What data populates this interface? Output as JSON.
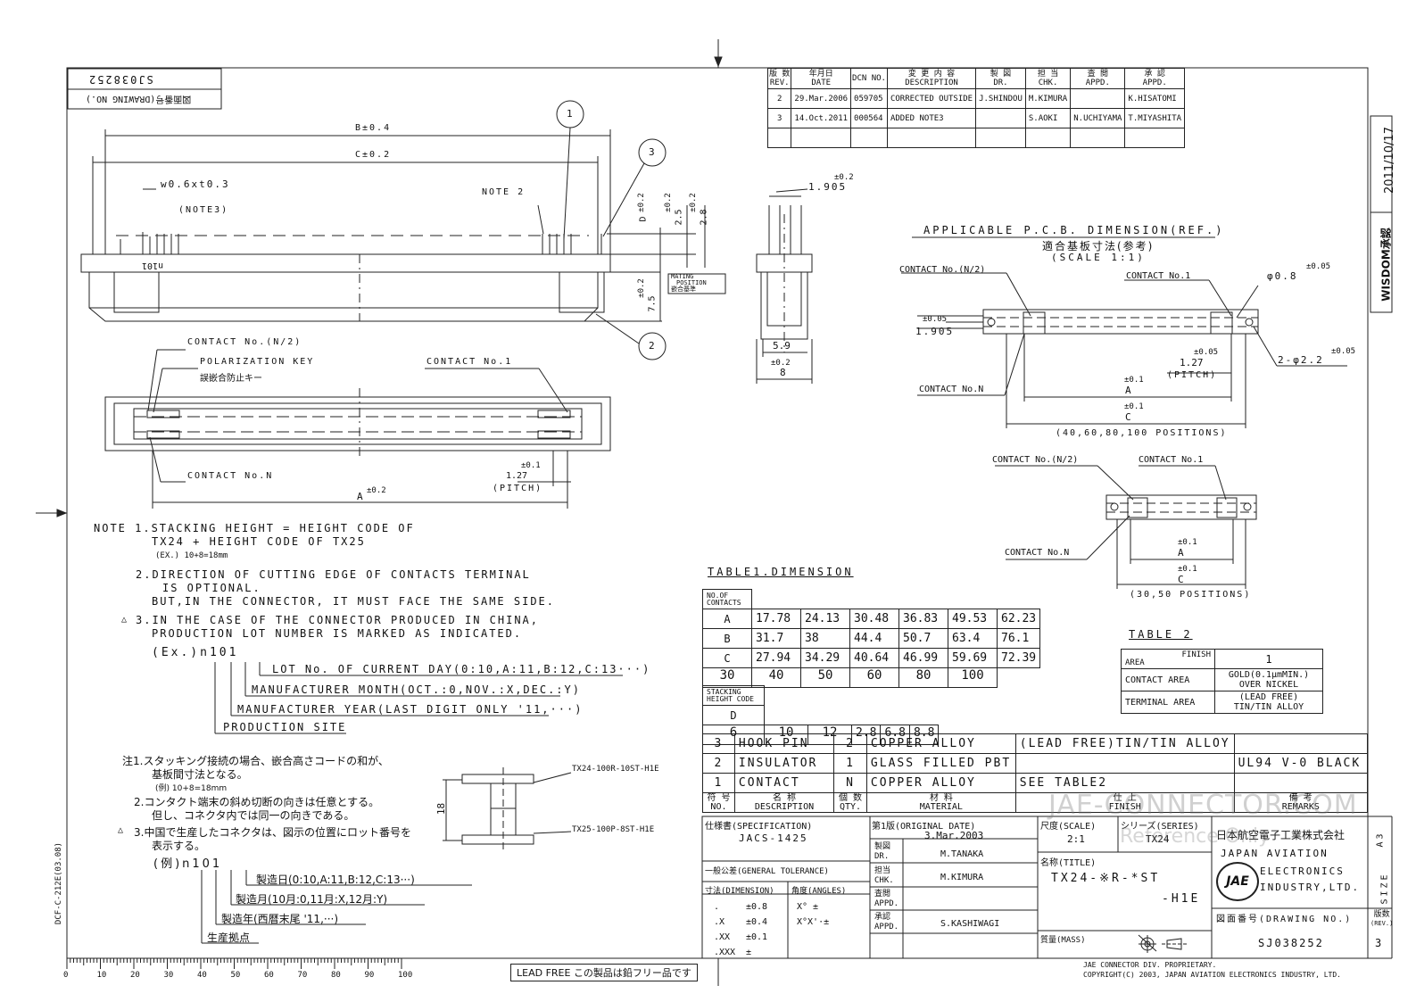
{
  "drawing_number_mirror": "SJ038252",
  "drawing_no_label_mirror": "図面番号(DRAWING NO.)",
  "stamp": {
    "date": "2011/10/17",
    "name": "WISDOM承認"
  },
  "side_code": "DCF-C-212E(03.08)",
  "revision_table": {
    "headers": [
      [
        "版 数",
        "REV."
      ],
      [
        "年月日",
        "DATE"
      ],
      [
        "DCN NO.",
        ""
      ],
      [
        "変 更 内 容",
        "DESCRIPTION"
      ],
      [
        "製 図",
        "DR."
      ],
      [
        "担 当",
        "CHK."
      ],
      [
        "査 閲",
        "APPD."
      ],
      [
        "承 認",
        "APPD."
      ]
    ],
    "rows": [
      [
        "2",
        "29.Mar.2006",
        "059705",
        "CORRECTED OUTSIDE",
        "J.SHINDOU",
        "M.KIMURA",
        "",
        "K.HISATOMI"
      ],
      [
        "3",
        "14.Oct.2011",
        "000564",
        "ADDED NOTE3",
        "",
        "S.AOKI",
        "N.UCHIYAMA",
        "T.MIYASHITA"
      ]
    ]
  },
  "front_view": {
    "dim_b": "B±0.4",
    "dim_c": "C±0.2",
    "wire": "w0.6xt0.3",
    "note3": "(NOTE3)",
    "note2": "NOTE 2",
    "lot_mark": "n101",
    "d_dim": "D",
    "d_tol": "±0.2",
    "v25": "2.5",
    "v25_tol": "±0.2",
    "v28": "2.8",
    "v28_tol": "±0.2",
    "v75": "7.5",
    "v75_tol": "±0.2",
    "mating": [
      "MATING",
      "POSITION",
      "嵌合基準"
    ],
    "callouts": [
      "1",
      "2",
      "3"
    ]
  },
  "top_view": {
    "contact_n2": "CONTACT No.(N/2)",
    "polarization": "POLARIZATION KEY",
    "polarization_jp": "誤嵌合防止キー",
    "contact_1": "CONTACT No.1",
    "contact_n": "CONTACT No.N",
    "pitch": "1.27",
    "pitch_tol": "±0.1",
    "pitch_label": "(PITCH)",
    "dim_a": "A",
    "dim_a_tol": "±0.2"
  },
  "side_view": {
    "pitch": "1.905",
    "pitch_tol": "±0.2",
    "w1": "5.9",
    "w2": "8",
    "w2_tol": "±0.2"
  },
  "pcb": {
    "title": "APPLICABLE P.C.B. DIMENSION(REF.)",
    "title_jp": "適合基板寸法(参考)",
    "scale": "(SCALE 1:1)",
    "contact_n2": "CONTACT No.(N/2)",
    "contact_1": "CONTACT No.1",
    "contact_n": "CONTACT No.N",
    "hole": "φ0.8",
    "hole_tol": "±0.05",
    "row_pitch": "1.905",
    "row_pitch_tol": "±0.05",
    "pitch": "1.27",
    "pitch_tol": "±0.05",
    "pitch_label": "(PITCH)",
    "mount": "2-φ2.2",
    "mount_tol": "±0.05",
    "a": "A",
    "a_tol": "±0.1",
    "c": "C",
    "c_tol": "±0.1",
    "positions1": "(40,60,80,100 POSITIONS)",
    "positions2": "(30,50 POSITIONS)"
  },
  "notes": {
    "en": [
      "NOTE 1.STACKING HEIGHT = HEIGHT CODE OF",
      "TX24 + HEIGHT CODE OF TX25",
      "(EX.) 10+8=18mm",
      "2.DIRECTION OF CUTTING EDGE OF CONTACTS TERMINAL",
      "IS OPTIONAL.",
      "BUT,IN THE CONNECTOR, IT MUST FACE THE SAME SIDE.",
      "3.IN THE CASE OF THE CONNECTOR PRODUCED IN CHINA,",
      "PRODUCTION LOT NUMBER IS MARKED AS INDICATED."
    ],
    "ex": "(Ex.)n101",
    "lot_lines": [
      "LOT No. OF CURRENT DAY(0:10,A:11,B:12,C:13···)",
      "MANUFACTURER MONTH(OCT.:0,NOV.:X,DEC.:Y)",
      "MANUFACTURER YEAR(LAST DIGIT ONLY '11,···)",
      "PRODUCTION SITE"
    ],
    "jp": [
      "注1.スタッキング接続の場合、嵌合高さコードの和が、",
      "基板間寸法となる。",
      "(例) 10+8=18mm",
      "2.コンタクト端末の斜め切断の向きは任意とする。",
      "但し、コネクタ内では同一の向きである。",
      "3.中国で生産したコネクタは、図示の位置にロット番号を",
      "表示する。"
    ],
    "jp_ex": "(例)n101",
    "jp_lot_lines": [
      "製造日(0:10,A:11,B:12,C:13···)",
      "製造月(10月:0,11月:X,12月:Y)",
      "製造年(西暦末尾 '11,···)",
      "生産拠点"
    ]
  },
  "stack": {
    "height": "18",
    "upper": "TX24-100R-10ST-H1E",
    "lower": "TX25-100P-8ST-H1E"
  },
  "table1": {
    "title": "TABLE1.DIMENSION",
    "corner": [
      "NO.OF",
      "CONTACTS"
    ],
    "cols": [
      "30",
      "40",
      "50",
      "60",
      "80",
      "100"
    ],
    "rows": [
      {
        "label": "A",
        "values": [
          "17.78",
          "24.13",
          "30.48",
          "36.83",
          "49.53",
          "62.23"
        ]
      },
      {
        "label": "B",
        "values": [
          "31.7",
          "38",
          "44.4",
          "50.7",
          "63.4",
          "76.1"
        ]
      },
      {
        "label": "C",
        "values": [
          "27.94",
          "34.29",
          "40.64",
          "46.99",
          "59.69",
          "72.39"
        ]
      }
    ]
  },
  "stacking_table": {
    "corner": [
      "STACKING",
      "HEIGHT CODE"
    ],
    "cols": [
      "6",
      "10",
      "12"
    ],
    "row_label": "D",
    "values": [
      "2.8",
      "6.8",
      "8.8"
    ]
  },
  "table2": {
    "title": "TABLE 2",
    "corner": [
      "FINISH",
      "AREA"
    ],
    "col": "1",
    "rows": [
      {
        "label": "CONTACT AREA",
        "value": [
          "GOLD(0.1μmMIN.)",
          "OVER NICKEL"
        ]
      },
      {
        "label": "TERMINAL AREA",
        "value": [
          "(LEAD FREE)",
          "TIN/TIN ALLOY"
        ]
      }
    ]
  },
  "bom": {
    "rows": [
      [
        "3",
        "HOOK PIN",
        "2",
        "COPPER ALLOY",
        "(LEAD FREE)TIN/TIN ALLOY",
        ""
      ],
      [
        "2",
        "INSULATOR",
        "1",
        "GLASS FILLED PBT",
        "",
        "UL94 V-0 BLACK"
      ],
      [
        "1",
        "CONTACT",
        "N",
        "COPPER ALLOY",
        "SEE TABLE2",
        ""
      ]
    ],
    "headers": [
      [
        "符 号",
        "NO."
      ],
      [
        "名 称",
        "DESCRIPTION"
      ],
      [
        "個 数",
        "QTY."
      ],
      [
        "材 料",
        "MATERIAL"
      ],
      [
        "仕 上",
        "FINISH"
      ],
      [
        "備 考",
        "REMARKS"
      ]
    ]
  },
  "title_block": {
    "spec_label": "仕様書(SPECIFICATION)",
    "spec": "JACS-1425",
    "orig_label": "第1版(ORIGINAL DATE)",
    "orig": "3.Mar.2003",
    "scale_label": "尺度(SCALE)",
    "scale": "2:1",
    "series_label": "シリーズ(SERIES)",
    "series": "TX24",
    "dr_label": [
      "製図",
      "DR."
    ],
    "dr": "M.TANAKA",
    "chk_label": [
      "担当",
      "CHK."
    ],
    "chk": "M.KIMURA",
    "appd1_label": [
      "査閲",
      "APPD."
    ],
    "appd1": "",
    "appd2_label": [
      "承認",
      "APPD."
    ],
    "appd2": "S.KASHIWAGI",
    "tol_label": "一般公差(GENERAL TOLERANCE)",
    "dim_label": "寸法(DIMENSION)",
    "ang_label": "角度(ANGLES)",
    "tol_rows": [
      [
        ".",
        "±0.8"
      ],
      [
        ".X",
        "±0.4"
      ],
      [
        ".XX",
        "±0.1"
      ],
      [
        ".XXX",
        "±"
      ]
    ],
    "ang_rows": [
      "X°  ±",
      "X°X'·±"
    ],
    "title_label": "名称(TITLE)",
    "title1": "TX24-※R-*ST",
    "title2": "-H1E",
    "mass_label": "質量(MASS)",
    "company_jp": "日本航空電子工業株式会社",
    "company_en": [
      "JAPAN AVIATION",
      "ELECTRONICS",
      "INDUSTRY,LTD."
    ],
    "logo": "JAE",
    "size_label": "SIZE",
    "size": "A3",
    "drawing_no_label": "図面番号(DRAWING NO.)",
    "drawing_no": "SJ038252",
    "rev_label": [
      "版数",
      "(REV.)"
    ],
    "rev": "3",
    "watermark1": "JAE-CONNECTOR.COM",
    "watermark2": "Reference Only"
  },
  "footer": {
    "lead_free": "LEAD FREE この製品は鉛フリー品です",
    "prop1": "JAE CONNECTOR DIV. PROPRIETARY.",
    "prop2": "COPYRIGHT(C) 2003, JAPAN AVIATION ELECTRONICS INDUSTRY, LTD.",
    "ruler": [
      "0",
      "10",
      "20",
      "30",
      "40",
      "50",
      "60",
      "70",
      "80",
      "90",
      "100"
    ]
  }
}
